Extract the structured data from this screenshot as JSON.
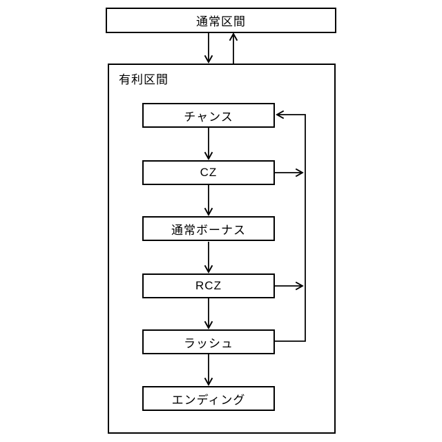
{
  "diagram": {
    "type": "flowchart",
    "background_color": "#ffffff",
    "line_color": "#000000",
    "outer_flow": {
      "top_box": {
        "label": "通常区間"
      },
      "container_box": {
        "label": "有利区間"
      }
    },
    "nodes": [
      {
        "id": "chance",
        "label": "チャンス"
      },
      {
        "id": "cz",
        "label": "CZ"
      },
      {
        "id": "normal-bonus",
        "label": "通常ボーナス"
      },
      {
        "id": "rcz",
        "label": "RCZ"
      },
      {
        "id": "rush",
        "label": "ラッシュ"
      },
      {
        "id": "ending",
        "label": "エンディング"
      }
    ],
    "edges": [
      {
        "from": "通常区間",
        "to": "有利区間",
        "style": "straight-down-arrow"
      },
      {
        "from": "有利区間",
        "to": "通常区間",
        "style": "straight-up-arrow"
      },
      {
        "from": "チャンス",
        "to": "CZ",
        "style": "straight-down-arrow"
      },
      {
        "from": "CZ",
        "to": "通常ボーナス",
        "style": "straight-down-arrow"
      },
      {
        "from": "通常ボーナス",
        "to": "RCZ",
        "style": "straight-down-arrow"
      },
      {
        "from": "RCZ",
        "to": "ラッシュ",
        "style": "straight-down-arrow"
      },
      {
        "from": "ラッシュ",
        "to": "エンディング",
        "style": "straight-down-arrow"
      },
      {
        "from": "ラッシュ",
        "to": "チャンス",
        "style": "right-side-feedback-loop"
      },
      {
        "from": "CZ",
        "to": "right-side-feedback-loop",
        "style": "right-arrow-into-loop"
      },
      {
        "from": "RCZ",
        "to": "right-side-feedback-loop",
        "style": "right-arrow-into-loop"
      }
    ]
  }
}
